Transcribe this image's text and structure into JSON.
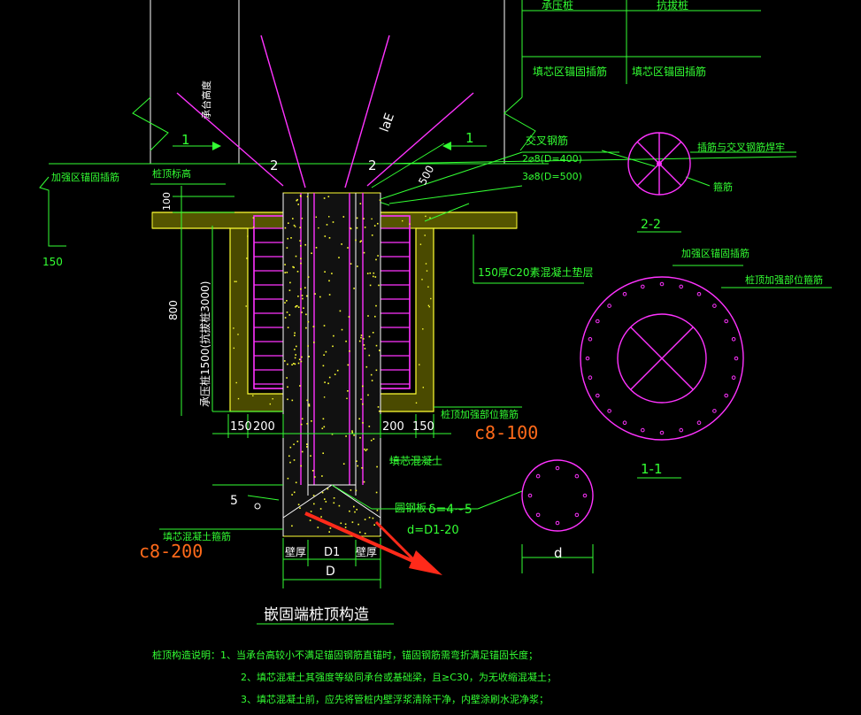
{
  "title": "嵌固端桩顶构造",
  "labels": {
    "top_left_partial": "承压桩",
    "top_right_partial": "抗拔桩",
    "fill_anchor_left": "填芯区锚固插筋",
    "fill_anchor_right": "填芯区锚固插筋",
    "cap_height": "承台高度",
    "section_1_left": "1",
    "section_1_right": "1",
    "bar_2_left": "2",
    "bar_2_right": "2",
    "lae": "laE",
    "dim_500": "500",
    "cross_rebar": "交叉钢筋",
    "cross_rebar_400": "2⌀8(D=400)",
    "cross_rebar_500": "3⌀8(D=500)",
    "weld_note": "插筋与交叉钢筋焊牢",
    "stirrup_22": "箍筋",
    "section_22": "2-2",
    "reinforce_anchor_left": "加强区锚固插筋",
    "dim_150_left": "150",
    "pile_top_elev": "桩顶标高",
    "dim_100": "100",
    "cushion": "150厚C20素混凝土垫层",
    "reinforce_anchor_right": "加强区锚固插筋",
    "pile_top_stirrup_label": "桩顶加强部位箍筋",
    "dim_800": "800",
    "vertical_len": "承压桩1500(抗拔桩3000)",
    "dims_bottom": [
      "150",
      "200",
      "200",
      "150"
    ],
    "pile_top_stirrup": "桩顶加强部位箍筋",
    "c8_100": "c8-100",
    "fill_concrete": "填芯混凝土",
    "circle_plate": "圆钢板",
    "delta": "δ=4~5",
    "d_formula": "d=D1-20",
    "dim_5": "5",
    "fill_stirrup": "填芯混凝土箍筋",
    "c8_200": "c8-200",
    "wall_left": "壁厚",
    "d1": "D1",
    "wall_right": "壁厚",
    "D": "D",
    "d": "d",
    "section_11": "1-1"
  },
  "notes": [
    "桩顶构造说明：1、当承台高较小不满足锚固钢筋直锚时，锚固钢筋需弯折满足锚固长度；",
    "2、填芯混凝土其强度等级同承台或基础梁，且≥C30，为无收缩混凝土；",
    "3、填芯混凝土前，应先将管桩内壁浮浆清除干净，内壁涂刷水泥净浆；"
  ],
  "colors": {
    "background": "#000000",
    "green": "#33ff33",
    "white": "#ffffff",
    "magenta": "#ff33ff",
    "yellow": "#ffff33",
    "orange": "#ff6a1a",
    "red_arrow": "#ff2a1a"
  }
}
